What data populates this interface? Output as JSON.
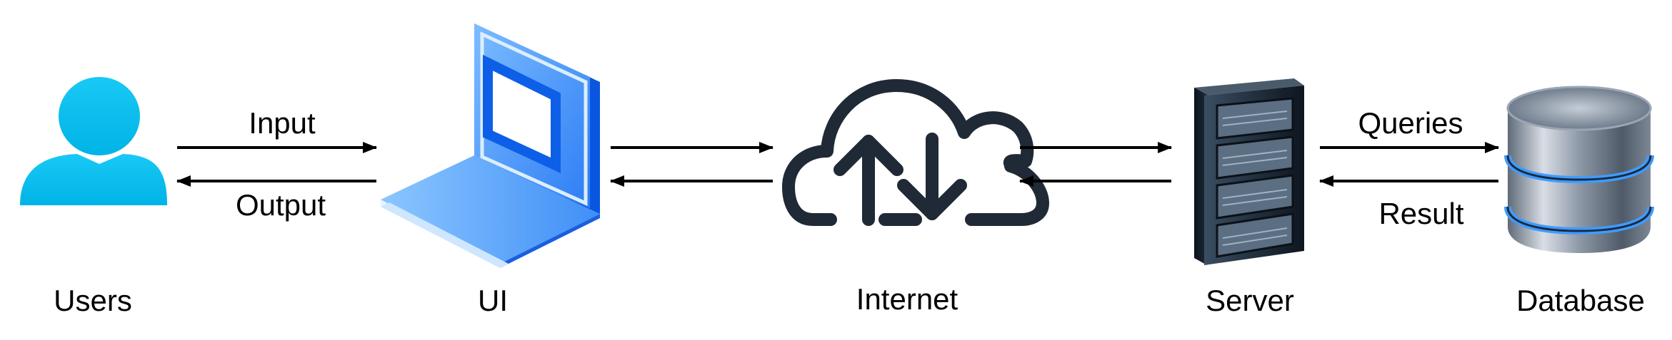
{
  "nodes": {
    "users": {
      "label": "Users",
      "icon": "user-icon"
    },
    "ui": {
      "label": "UI",
      "icon": "laptop-icon"
    },
    "internet": {
      "label": "Internet",
      "icon": "cloud-upload-download-icon"
    },
    "server": {
      "label": "Server",
      "icon": "server-rack-icon"
    },
    "database": {
      "label": "Database",
      "icon": "database-icon"
    }
  },
  "edges": {
    "users_to_ui": {
      "label": "Input"
    },
    "ui_to_users": {
      "label": "Output"
    },
    "server_to_database": {
      "label": "Queries"
    },
    "database_to_server": {
      "label": "Result"
    }
  },
  "colors": {
    "user": "#00bfee",
    "laptop_light": "#5aa8ff",
    "laptop_dark": "#0a56e0",
    "cloud_stroke": "#1f2a36",
    "server_dark": "#15202c",
    "db_metal": "#8a96a6",
    "db_glow": "#3f9bff",
    "arrow": "#000000"
  }
}
